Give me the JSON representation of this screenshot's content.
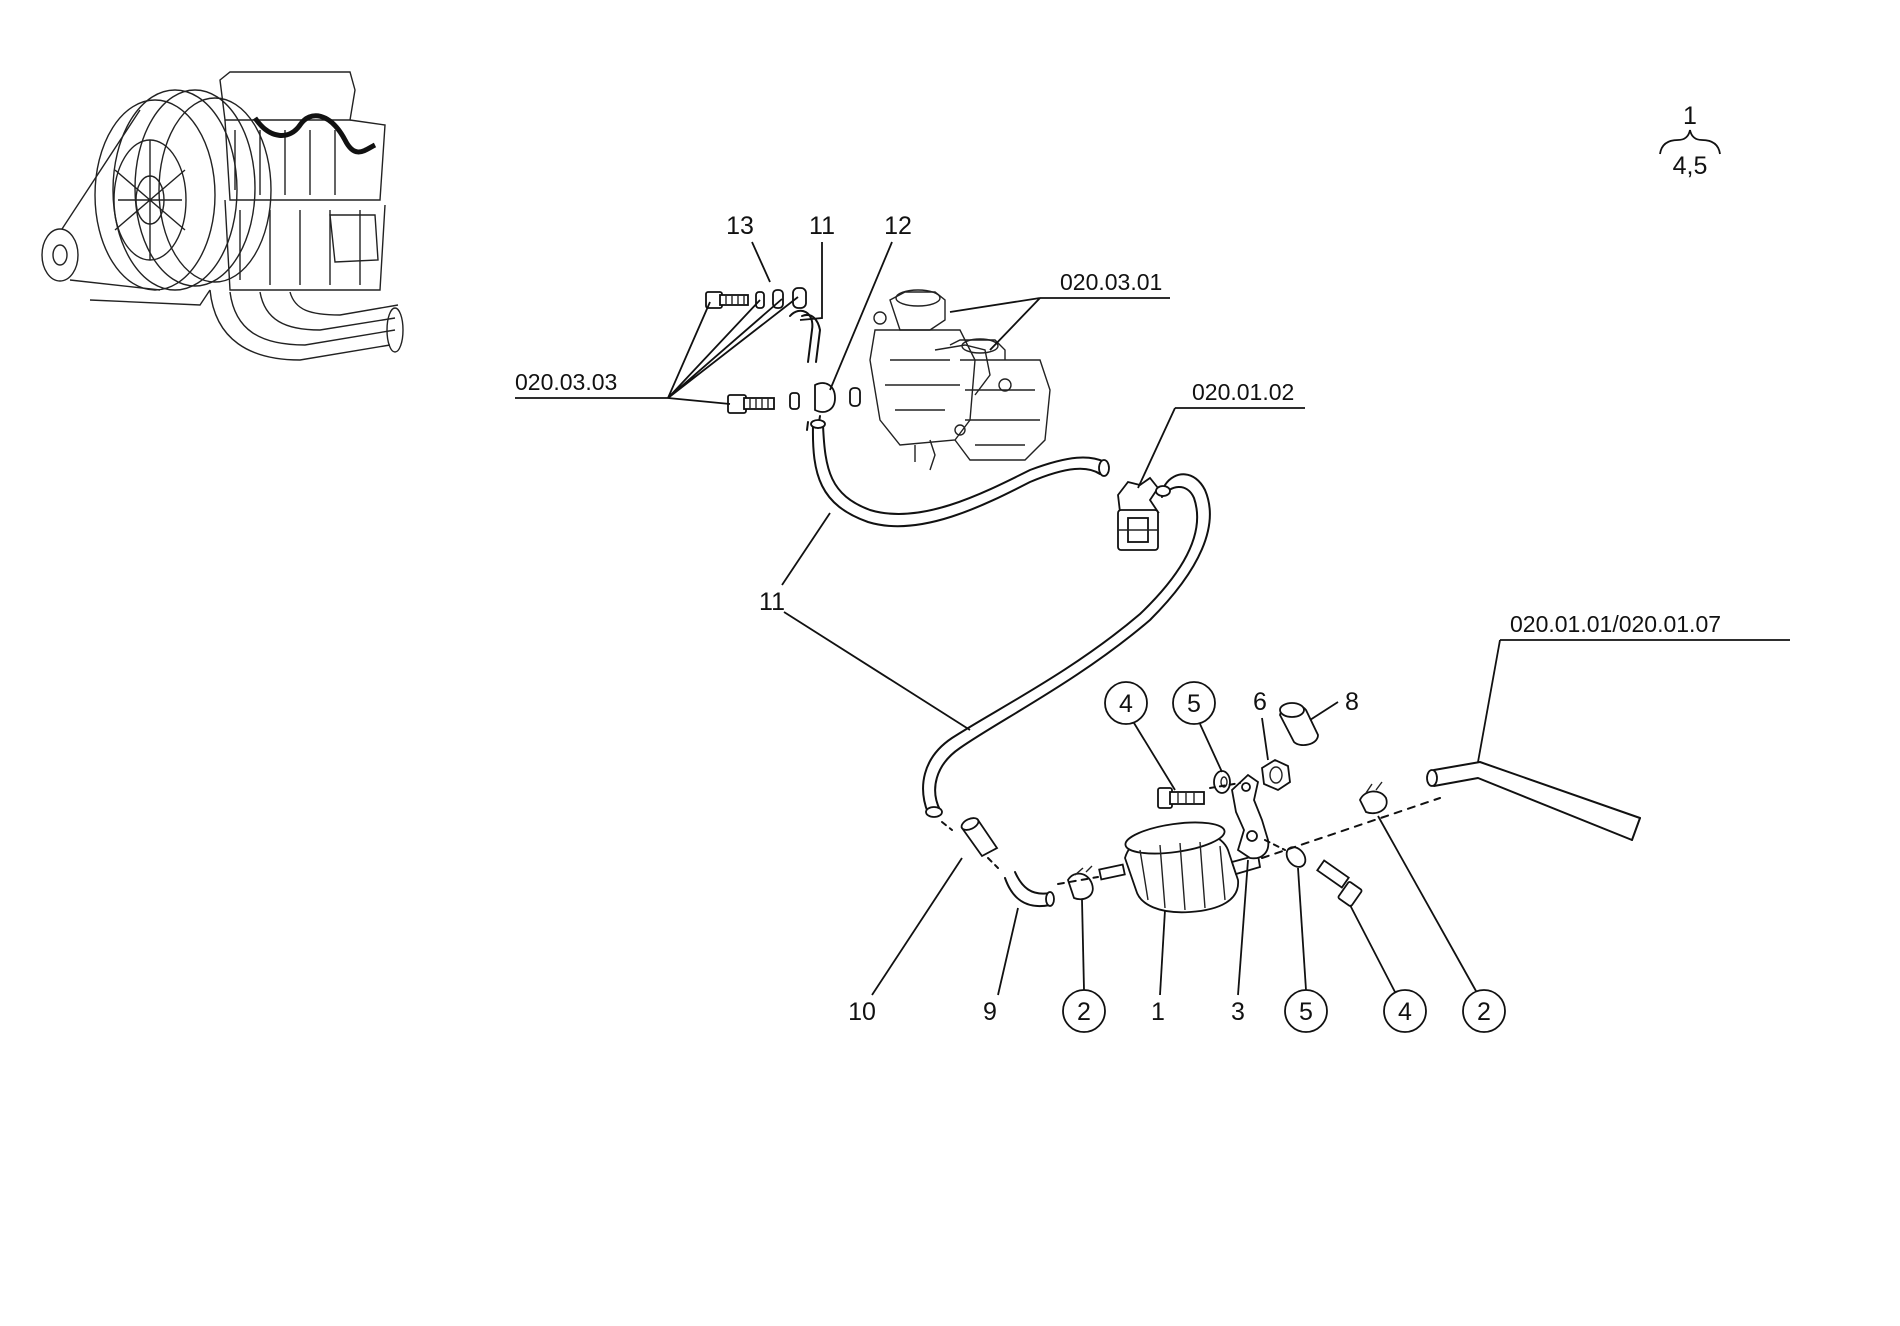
{
  "legend": {
    "top": "1",
    "bottom": "4,5"
  },
  "references": {
    "r_020_03_03": "020.03.03",
    "r_020_03_01": "020.03.01",
    "r_020_01_02": "020.01.02",
    "r_020_01_01_07": "020.01.01/020.01.07"
  },
  "callouts": {
    "c13": "13",
    "c11_top": "11",
    "c12": "12",
    "c11_mid": "11",
    "c4_top": "4",
    "c5_top": "5",
    "c6": "6",
    "c8": "8",
    "c10": "10",
    "c9": "9",
    "c2_left": "2",
    "c1": "1",
    "c3": "3",
    "c5_bottom": "5",
    "c4_bottom": "4",
    "c2_right": "2"
  }
}
